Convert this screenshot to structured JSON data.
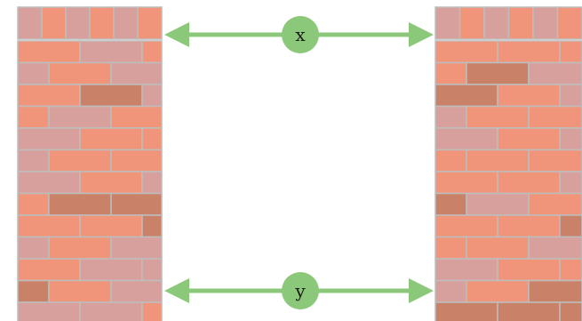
{
  "diagram": {
    "colors": {
      "background": "#ffffff",
      "mortar": "#bdbdbd",
      "brick_salmon": "#f1957a",
      "brick_pink": "#d8a09c",
      "brick_dark": "#c98268",
      "arrow_green": "#8cc87a",
      "label_circle": "#8cc87a",
      "label_text": "#1a1a1a"
    },
    "walls": [
      {
        "name": "left-wall",
        "side": "left"
      },
      {
        "name": "right-wall",
        "side": "right"
      }
    ],
    "measurements": [
      {
        "name": "top-gap",
        "label": "x",
        "kind": "double-arrow"
      },
      {
        "name": "bottom-gap",
        "label": "y",
        "kind": "double-arrow"
      }
    ]
  }
}
